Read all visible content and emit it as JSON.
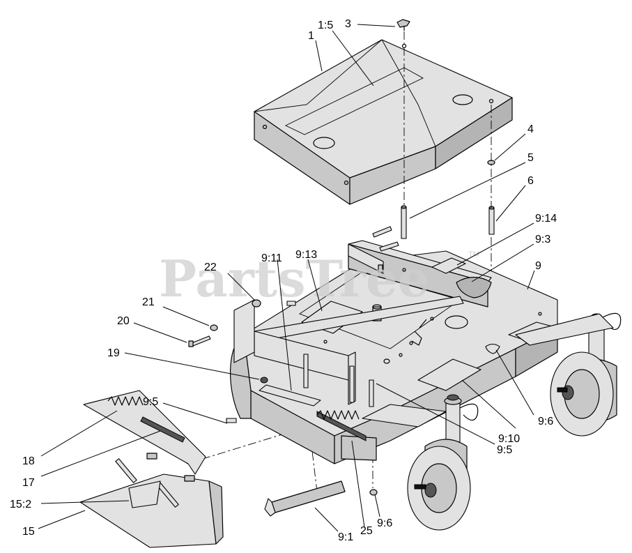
{
  "watermark": {
    "text": "PartsTree",
    "mark": "TM"
  },
  "callouts": {
    "c1": "1",
    "c1_5": "1:5",
    "c3": "3",
    "c4": "4",
    "c5": "5",
    "c6": "6",
    "c9_14": "9:14",
    "c9_3": "9:3",
    "c9": "9",
    "c9_13": "9:13",
    "c9_11": "9:11",
    "c22": "22",
    "c21": "21",
    "c20": "20",
    "c19": "19",
    "c9_5_left": "9:5",
    "c18": "18",
    "c17": "17",
    "c15_2": "15:2",
    "c15": "15",
    "c9_1": "9:1",
    "c25": "25",
    "c9_6_bottom": "9:6",
    "c9_5_right": "9:5",
    "c9_10": "9:10",
    "c9_6_right": "9:6"
  }
}
